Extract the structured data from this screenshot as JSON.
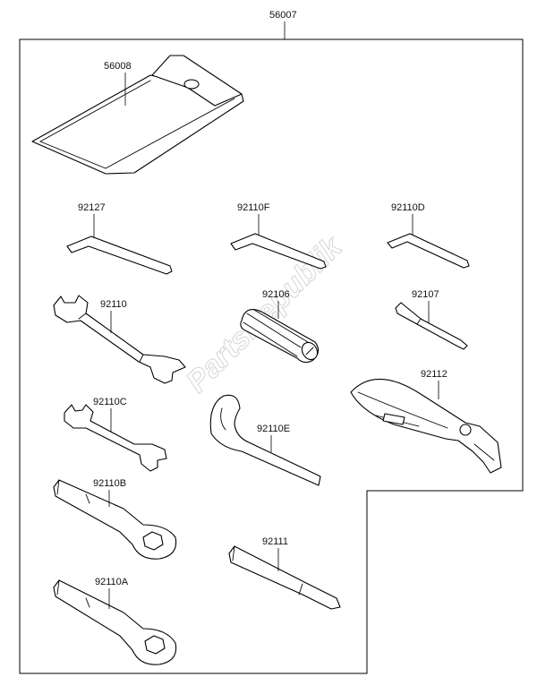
{
  "parts": {
    "tool_kit": "56007",
    "tool_bag": "56008",
    "hex_wrench_92127": "92127",
    "hex_wrench_92110F": "92110F",
    "hex_wrench_92110D": "92110D",
    "open_wrench_92110": "92110",
    "screwdriver_handle": "92106",
    "screwdriver_bit": "92107",
    "open_wrench_92110C": "92110C",
    "hook_wrench_92110E": "92110E",
    "pliers": "92112",
    "box_wrench_92110B": "92110B",
    "extension_bar": "92111",
    "box_wrench_92110A": "92110A"
  },
  "watermark": "PartsRepublik",
  "colors": {
    "line": "#000000",
    "background": "#ffffff",
    "watermark": "#d6d6d6"
  }
}
